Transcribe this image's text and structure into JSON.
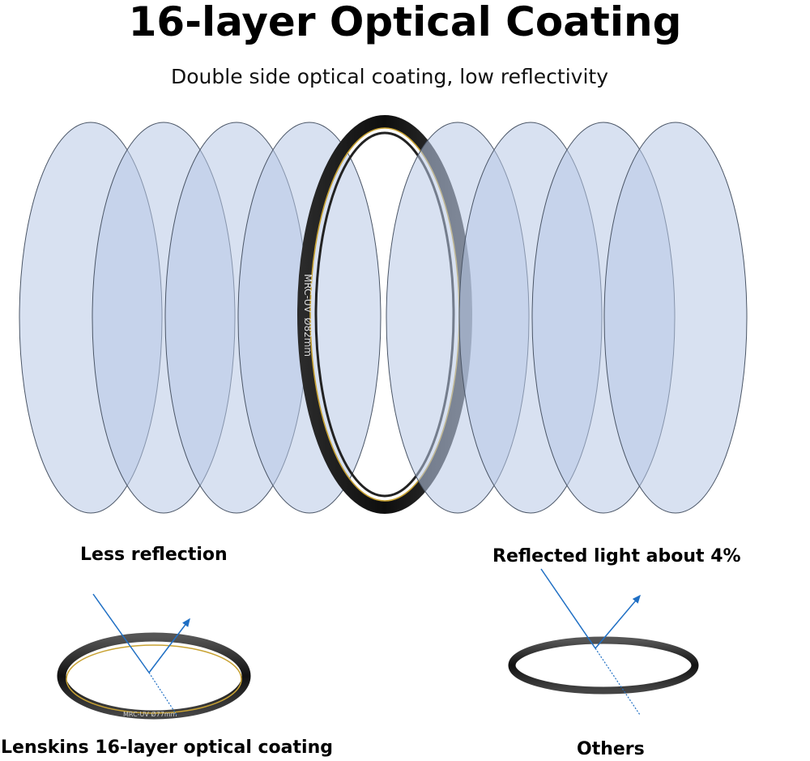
{
  "heading": {
    "title": "16-layer Optical Coating",
    "subtitle": "Double side optical coating, low reflectivity"
  },
  "filter_stack": {
    "ring_text_model": "MRC-UV",
    "ring_text_size": "Ø82mm",
    "lens_fill_color": "#b8c9e6",
    "lens_stroke_color": "#4a5566",
    "ring_color": "#1c1c1c",
    "gold_accent_color": "#c8a233"
  },
  "comparison": {
    "left": {
      "caption": "Less reflection",
      "footer": "Lenskins 16-layer optical coating",
      "ring_text": "MRC-UV  Ø77mm"
    },
    "right": {
      "caption": "Reflected light about 4%",
      "footer": "Others"
    },
    "ray_color": "#1f6fc4"
  }
}
